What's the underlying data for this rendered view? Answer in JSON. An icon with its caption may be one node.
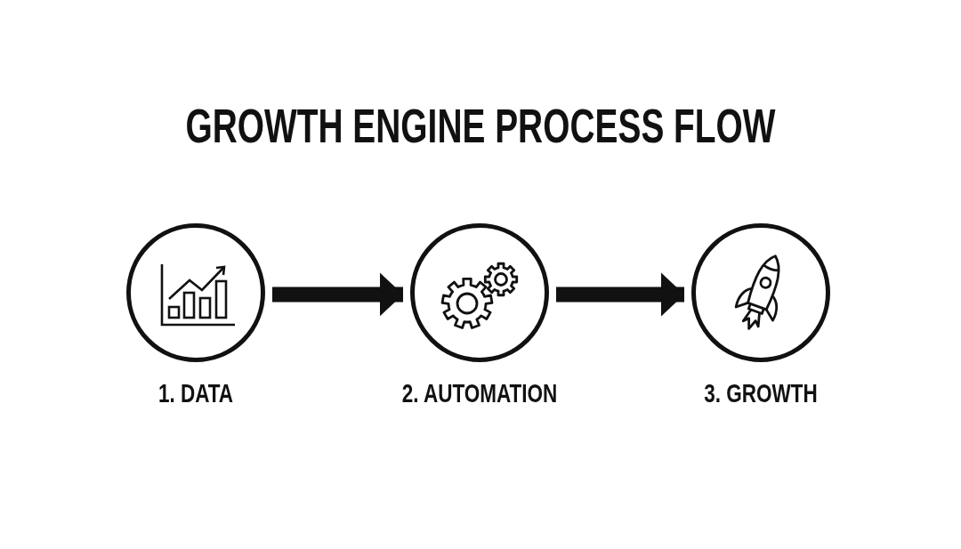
{
  "diagram": {
    "title": "GROWTH ENGINE PROCESS FLOW",
    "nodes": [
      {
        "text": [
          "1. DATA"
        ]
      },
      {
        "text": [
          "2. AUTOMATION"
        ]
      },
      {
        "text": [
          "3. GROWTH"
        ]
      }
    ],
    "edges": [
      {
        "from": 0,
        "to": 1,
        "arrow": "to"
      },
      {
        "from": 1,
        "to": 2,
        "arrow": "to"
      }
    ]
  }
}
